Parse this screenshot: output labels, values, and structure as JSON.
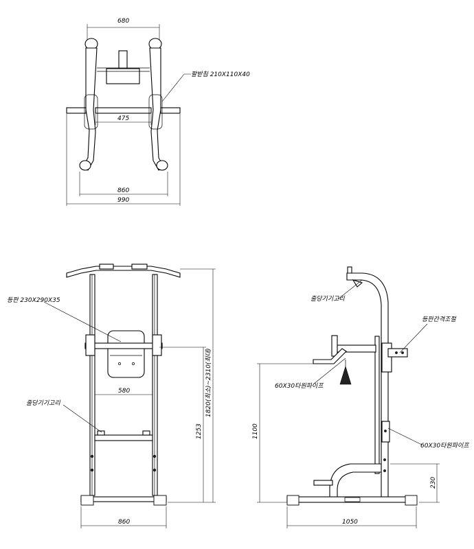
{
  "top_view": {
    "dim_680": "680",
    "dim_475": "475",
    "dim_860": "860",
    "dim_990": "990",
    "label_armrest": "팔받침 210X110X40"
  },
  "front_view": {
    "label_backpad": "등판 230X290X35",
    "label_band_hook": "줄당기기고리",
    "dim_580": "580",
    "dim_860": "860",
    "dim_1253": "1253",
    "dim_height": "1820(최소)~2310(최대)"
  },
  "side_view": {
    "label_band_hook": "줄당기기고리",
    "label_back_adjust": "등판간격조절",
    "label_pipe_upper": "60X30타원파이프",
    "label_pipe_lower": "60X30타원파이프",
    "dim_1100": "1100",
    "dim_230": "230",
    "dim_1050": "1050"
  }
}
